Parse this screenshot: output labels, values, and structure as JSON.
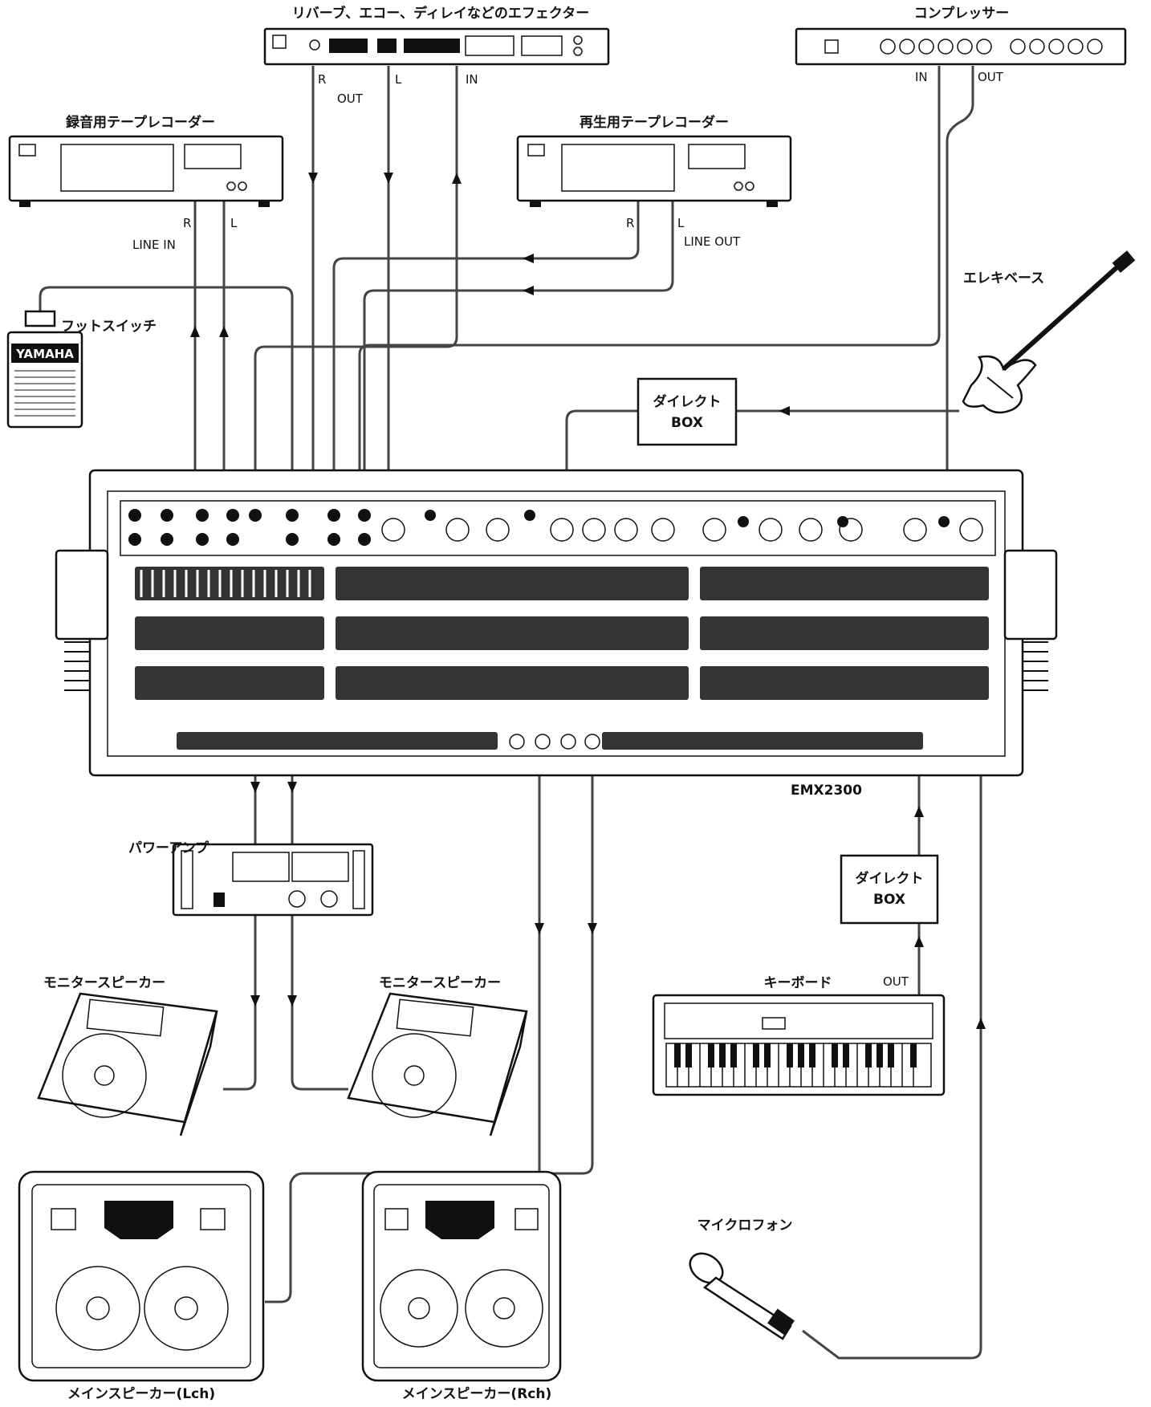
{
  "labels": {
    "effector": "リバーブ、エコー、ディレイなどのエフェクター",
    "compressor": "コンプレッサー",
    "rec_deck": "録音用テープレコーダー",
    "play_deck": "再生用テープレコーダー",
    "foot_switch": "フットスイッチ",
    "bass": "エレキベース",
    "direct_box_1": "ダイレクト\nBOX",
    "direct_box_2": "ダイレクト\nBOX",
    "mixer": "EMX2300",
    "power_amp": "パワーアンプ",
    "monitor_left": "モニタースピーカー",
    "monitor_right": "モニタースピーカー",
    "keyboard": "キーボード",
    "main_left": "メインスピーカー(Lch)",
    "main_right": "メインスピーカー(Rch)",
    "mic": "マイクロフォン"
  },
  "ports": {
    "eff_r": "R",
    "eff_out": "OUT",
    "eff_l": "L",
    "eff_in": "IN",
    "comp_in": "IN",
    "comp_out": "OUT",
    "rec_r": "R",
    "rec_l": "L",
    "rec_line_in": "LINE IN",
    "play_r": "R",
    "play_l": "L",
    "play_line_out": "LINE OUT",
    "kbd_out": "OUT"
  },
  "brands": {
    "foot_switch_logo": "YAMAHA"
  }
}
